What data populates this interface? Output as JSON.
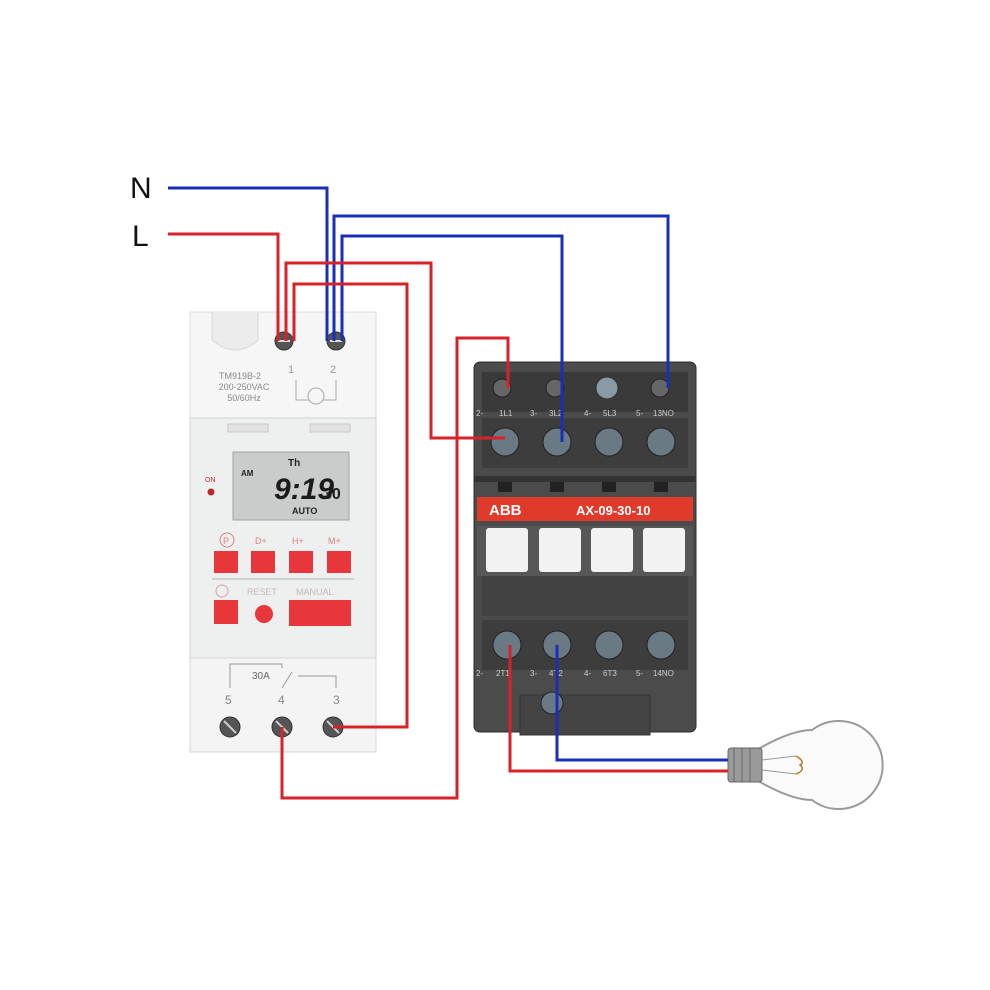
{
  "supply": {
    "neutral": "N",
    "live": "L"
  },
  "timer": {
    "model": "TM919B-2",
    "rating": "200-250VAC",
    "freq": "50/60Hz",
    "terminal_top_1": "1",
    "terminal_top_2": "2",
    "on_label": "ON",
    "ampm": "AM",
    "day": "Th",
    "time": "9:19",
    "seconds": "30",
    "mode": "AUTO",
    "btn_p": "P",
    "btn_d": "D+",
    "btn_h": "H+",
    "btn_m": "M+",
    "reset": "RESET",
    "manual": "MANUAL",
    "relay_rating": "30A",
    "terminal_5": "5",
    "terminal_4": "4",
    "terminal_3": "3"
  },
  "contactor": {
    "brand": "ABB",
    "model": "AX-09-30-10",
    "top_terminals": [
      {
        "num": "2-",
        "label": "1L1"
      },
      {
        "num": "3-",
        "label": "3L2"
      },
      {
        "num": "4-",
        "label": "5L3"
      },
      {
        "num": "5-",
        "label": "13NO"
      }
    ],
    "bottom_terminals": [
      {
        "num": "2-",
        "label": "2T1"
      },
      {
        "num": "3-",
        "label": "4T2"
      },
      {
        "num": "4-",
        "label": "6T3"
      },
      {
        "num": "5-",
        "label": "14NO"
      }
    ]
  },
  "colors": {
    "neutral_wire": "#1a2fb8",
    "live_wire": "#d8222a",
    "contactor_red": "#e03a2b",
    "timer_button": "#e8373a"
  }
}
